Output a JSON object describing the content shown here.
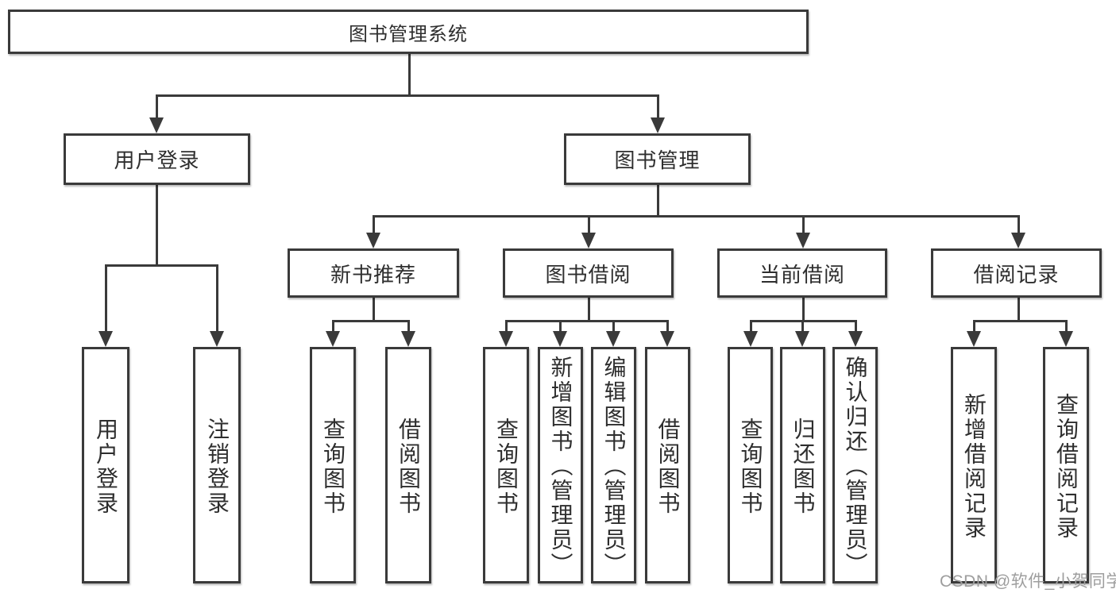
{
  "diagram": {
    "title": "图书管理系统",
    "root": {
      "label": "图书管理系统"
    },
    "branches": [
      {
        "label": "用户登录",
        "children": [
          {
            "label": "用户登录"
          },
          {
            "label": "注销登录"
          }
        ]
      },
      {
        "label": "图书管理",
        "sections": [
          {
            "label": "新书推荐",
            "children": [
              {
                "label": "查询图书"
              },
              {
                "label": "借阅图书"
              }
            ]
          },
          {
            "label": "图书借阅",
            "children": [
              {
                "label": "查询图书"
              },
              {
                "label": "新增图书（管理员）"
              },
              {
                "label": "编辑图书（管理员）"
              },
              {
                "label": "借阅图书"
              }
            ]
          },
          {
            "label": "当前借阅",
            "children": [
              {
                "label": "查询图书"
              },
              {
                "label": "归还图书"
              },
              {
                "label": "确认归还（管理员）"
              }
            ]
          },
          {
            "label": "借阅记录",
            "children": [
              {
                "label": "新增借阅记录"
              },
              {
                "label": "查询借阅记录"
              }
            ]
          }
        ]
      }
    ]
  },
  "watermark": {
    "text": "CSDN @软件_小贺同学"
  },
  "colors": {
    "stroke": "#3a3a3a",
    "text": "#2e2e2e",
    "watermark": "#9e9e9e",
    "background": "#ffffff"
  }
}
